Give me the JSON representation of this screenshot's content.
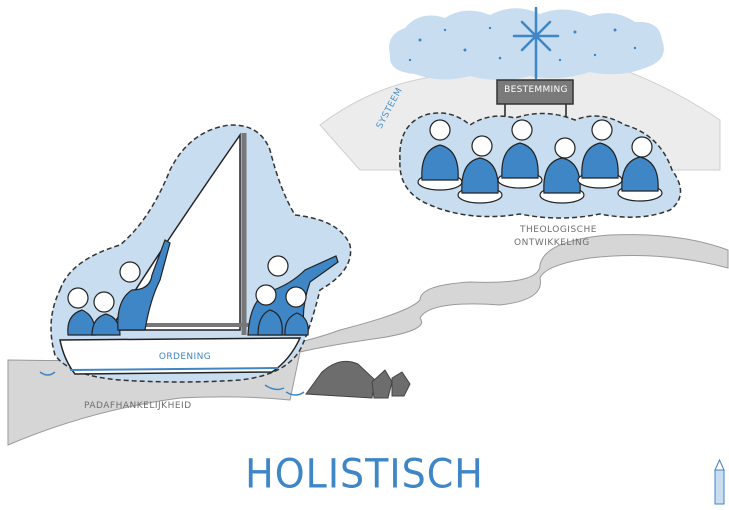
{
  "title": "HOLISTISCH",
  "labels": {
    "bestemming": "BESTEMMING",
    "systeem": "SYSTEEM",
    "theologische_1": "THEOLOGISCHE",
    "theologische_2": "ONTWIKKELING",
    "ordening": "ORDENING",
    "padafhankelijkheid": "PADAFHANKELIJKHEID"
  },
  "colors": {
    "accent_blue": "#3f86c6",
    "light_blue": "#c8ddf0",
    "river_grey": "#d6d6d6",
    "rock_grey": "#6d6d6d",
    "sign_grey": "#7a7a7a",
    "star_blue": "#3f86c6"
  },
  "icons": [
    "star-icon",
    "pencil-icon"
  ]
}
